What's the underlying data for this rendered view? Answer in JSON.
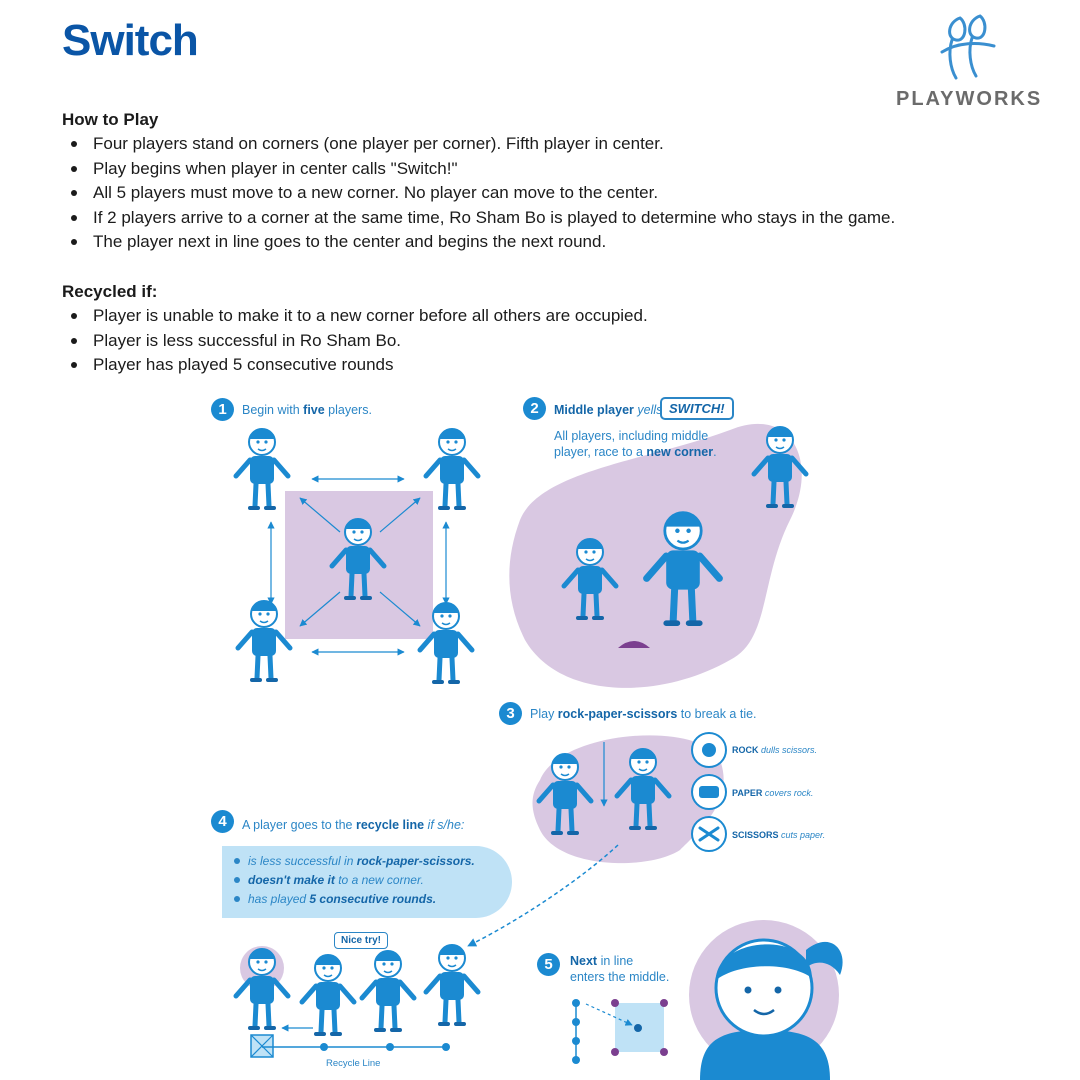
{
  "title": "Switch",
  "logo": {
    "text": "PLAYWORKS",
    "color": "#3a8fd0"
  },
  "how_to_play": {
    "heading": "How to Play",
    "items": [
      "Four players stand on corners (one player per corner). Fifth player in center.",
      "Play begins when player in center calls \"Switch!\"",
      " All 5 players must move to a new corner. No player can move to the center.",
      "If 2 players arrive to a corner at the same time, Ro Sham Bo is played to determine who stays in the game.",
      "The player next in line goes to the center and begins the next round."
    ]
  },
  "recycled_if": {
    "heading": "Recycled if:",
    "items": [
      "Player is unable to make it to a new corner before all others are occupied.",
      "Player is less successful in Ro Sham Bo.",
      "Player has played 5 consecutive rounds"
    ]
  },
  "illustration": {
    "step1": {
      "num": "1",
      "pre": "Begin with ",
      "bold": "five",
      "post": " players."
    },
    "step2": {
      "num": "2",
      "bold": "Middle player",
      "italic": " yells",
      "bubble": "SWITCH!",
      "line2": "All players, including middle",
      "line3_pre": "player, race to a ",
      "line3_bold": "new corner",
      "line3_post": "."
    },
    "step3": {
      "num": "3",
      "pre": "Play ",
      "bold": "rock-paper-scissors",
      "post": " to break a tie."
    },
    "rps": [
      {
        "bold": "ROCK",
        "italic": " dulls scissors."
      },
      {
        "bold": "PAPER",
        "italic": " covers rock."
      },
      {
        "bold": "SCISSORS",
        "italic": " cuts paper."
      }
    ],
    "step4": {
      "num": "4",
      "pre": "A player goes to the  ",
      "bold": "recycle line",
      "italic": " if s/he:",
      "items": [
        {
          "pre": "is less successful in ",
          "bold": "rock-paper-scissors.",
          "post": ""
        },
        {
          "pre": "",
          "bold": "doesn't make it",
          "post": " to a new corner."
        },
        {
          "pre": "has played ",
          "bold": "5 consecutive rounds.",
          "post": ""
        }
      ],
      "speech": "Nice try!",
      "line_label": "Recycle Line"
    },
    "step5": {
      "num": "5",
      "bold": "Next",
      "post1": " in line",
      "line2": "enters the middle."
    },
    "colors": {
      "blue": "#1b8ad1",
      "light_blue": "#bfe2f6",
      "lavender": "#d9c8e2",
      "purple": "#7b3f8f"
    }
  }
}
